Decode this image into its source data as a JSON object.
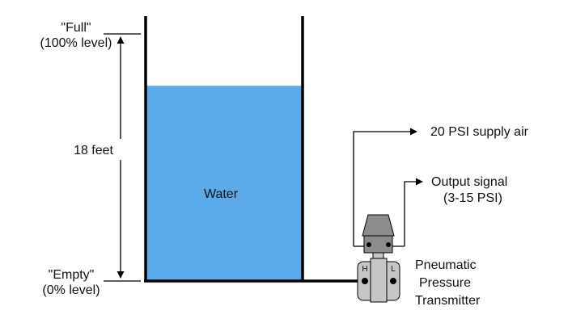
{
  "labels": {
    "full_line1": "\"Full\"",
    "full_line2": "(100% level)",
    "height": "18 feet",
    "empty_line1": "\"Empty\"",
    "empty_line2": "(0% level)",
    "water": "Water",
    "supply_air": "20 PSI supply air",
    "output_line1": "Output signal",
    "output_line2": "(3-15 PSI)",
    "transmitter_line1": "Pneumatic",
    "transmitter_line2": "Pressure",
    "transmitter_line3": "Transmitter",
    "high_port": "H",
    "low_port": "L"
  },
  "tank": {
    "fill_fraction": 0.79
  },
  "colors": {
    "water": "#5baaea",
    "line": "#000000",
    "transmitter_head": "#8c8c8c",
    "transmitter_body": "#c6c6c6"
  }
}
